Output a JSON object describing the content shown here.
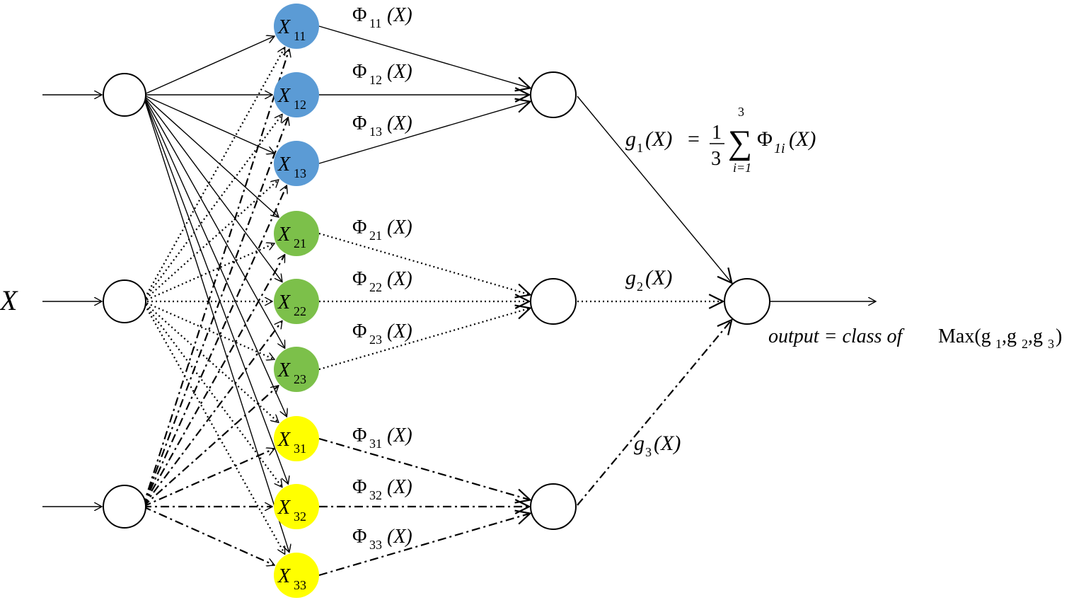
{
  "input_label": "X",
  "input_layer": {
    "nodes": [
      "input-node-1",
      "input-node-2",
      "input-node-3"
    ]
  },
  "pattern_layer": {
    "nodes": [
      {
        "sym": "X",
        "sub": "11",
        "cls": 1
      },
      {
        "sym": "X",
        "sub": "12",
        "cls": 1
      },
      {
        "sym": "X",
        "sub": "13",
        "cls": 1
      },
      {
        "sym": "X",
        "sub": "21",
        "cls": 2
      },
      {
        "sym": "X",
        "sub": "22",
        "cls": 2
      },
      {
        "sym": "X",
        "sub": "23",
        "cls": 2
      },
      {
        "sym": "X",
        "sub": "31",
        "cls": 3
      },
      {
        "sym": "X",
        "sub": "32",
        "cls": 3
      },
      {
        "sym": "X",
        "sub": "33",
        "cls": 3
      }
    ]
  },
  "class_colors": {
    "1": "#5b9bd5",
    "2": "#7cc04a",
    "3": "#ffff00"
  },
  "phi_labels": [
    {
      "sym": "Φ",
      "sub": "11",
      "arg": "(X)"
    },
    {
      "sym": "Φ",
      "sub": "12",
      "arg": "(X)"
    },
    {
      "sym": "Φ",
      "sub": "13",
      "arg": "(X)"
    },
    {
      "sym": "Φ",
      "sub": "21",
      "arg": "(X)"
    },
    {
      "sym": "Φ",
      "sub": "22",
      "arg": "(X)"
    },
    {
      "sym": "Φ",
      "sub": "23",
      "arg": "(X)"
    },
    {
      "sym": "Φ",
      "sub": "31",
      "arg": "(X)"
    },
    {
      "sym": "Φ",
      "sub": "32",
      "arg": "(X)"
    },
    {
      "sym": "Φ",
      "sub": "33",
      "arg": "(X)"
    }
  ],
  "g_labels": [
    {
      "sym": "g",
      "sub": "1",
      "arg": "(X)"
    },
    {
      "sym": "g",
      "sub": "2",
      "arg": "(X)"
    },
    {
      "sym": "g",
      "sub": "3",
      "arg": "(X)"
    }
  ],
  "formula": {
    "eq": "=",
    "frac_num": "1",
    "frac_den": "3",
    "sum_upper": "3",
    "sum_lower": "i=1",
    "sum_sign": "∑",
    "term_sym": "Φ",
    "term_sub": "1i",
    "term_arg": "(X)"
  },
  "output": {
    "prefix": "output = class of",
    "func": "Max(g",
    "sub1": "1",
    "sep1": ",g",
    "sub2": "2",
    "sep2": ",g",
    "sub3": "3",
    "close": ")"
  },
  "line_styles": {
    "class1": "solid",
    "class2": "dotted",
    "class3": "dash-dot"
  }
}
